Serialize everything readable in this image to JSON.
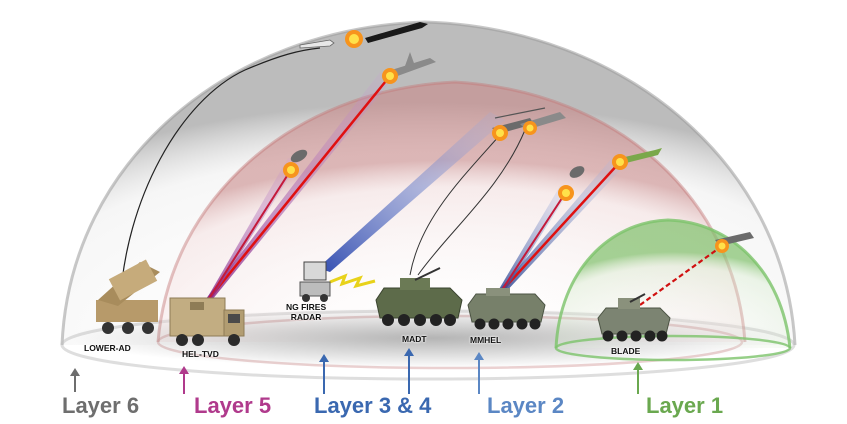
{
  "vehicles": {
    "lower_ad": "LOWER-AD",
    "hel_tvd": "HEL-TVD",
    "ng_fires_radar": "NG FIRES\nRADAR",
    "madt": "MADT",
    "mmhel": "MMHEL",
    "blade": "BLADE"
  },
  "layers": {
    "layer6": "Layer 6",
    "layer5": "Layer 5",
    "layer34": "Layer 3 & 4",
    "layer2": "Layer 2",
    "layer1": "Layer 1"
  },
  "colors": {
    "layer6": "#6e6e6e",
    "layer5": "#b03a8c",
    "layer34": "#3a68b0",
    "layer2": "#5b87c4",
    "layer1": "#6aa84f",
    "laser": "#e01010",
    "radar_beam": "#3050c0"
  }
}
